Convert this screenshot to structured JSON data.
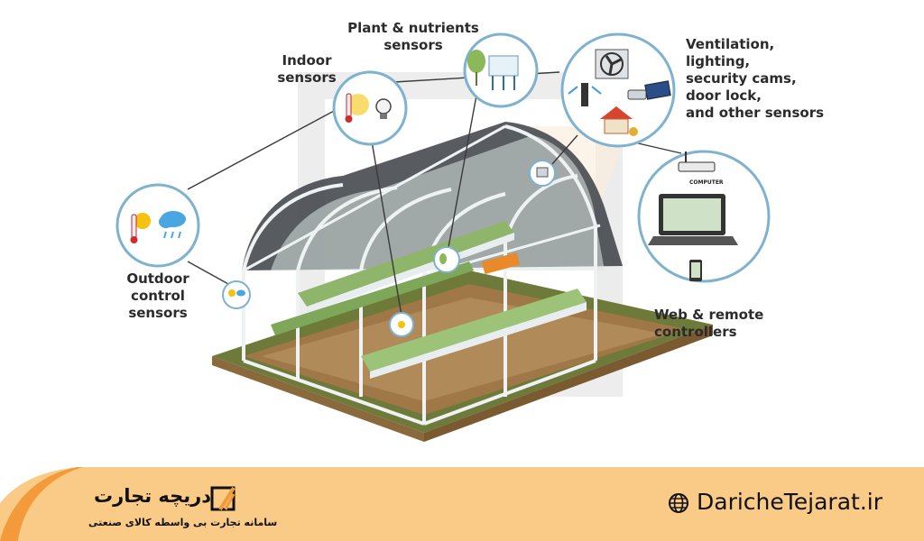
{
  "labels": {
    "plant_nutrients": [
      "Plant & nutrients",
      "sensors"
    ],
    "indoor": [
      "Indoor",
      "sensors"
    ],
    "ventilation": [
      "Ventilation,",
      "lighting,",
      "security cams,",
      "door lock,",
      "and other sensors"
    ],
    "outdoor": [
      "Outdoor",
      "control",
      "sensors"
    ],
    "web_remote": [
      "Web & remote",
      "controllers"
    ],
    "computer": "COMPUTER"
  },
  "footer": {
    "brand_name": "دریچه تجارت",
    "brand_tagline": "سامانه تجارت بی واسطه کالای صنعتی",
    "website": "DaricheTejarat.ir"
  },
  "colors": {
    "footer_bg": "#f9cb86",
    "footer_accent": "#f39a3a",
    "circle_stroke": "#7fb2cf"
  },
  "icons": [
    "sun-thermometer-icon",
    "cloud-rain-icon",
    "light-bulb-icon",
    "plant-icon",
    "fan-icon",
    "camera-icon",
    "solar-panel-icon",
    "house-lock-icon",
    "wifi-router-icon",
    "laptop-icon",
    "smartphone-icon",
    "globe-icon",
    "logo-icon"
  ]
}
